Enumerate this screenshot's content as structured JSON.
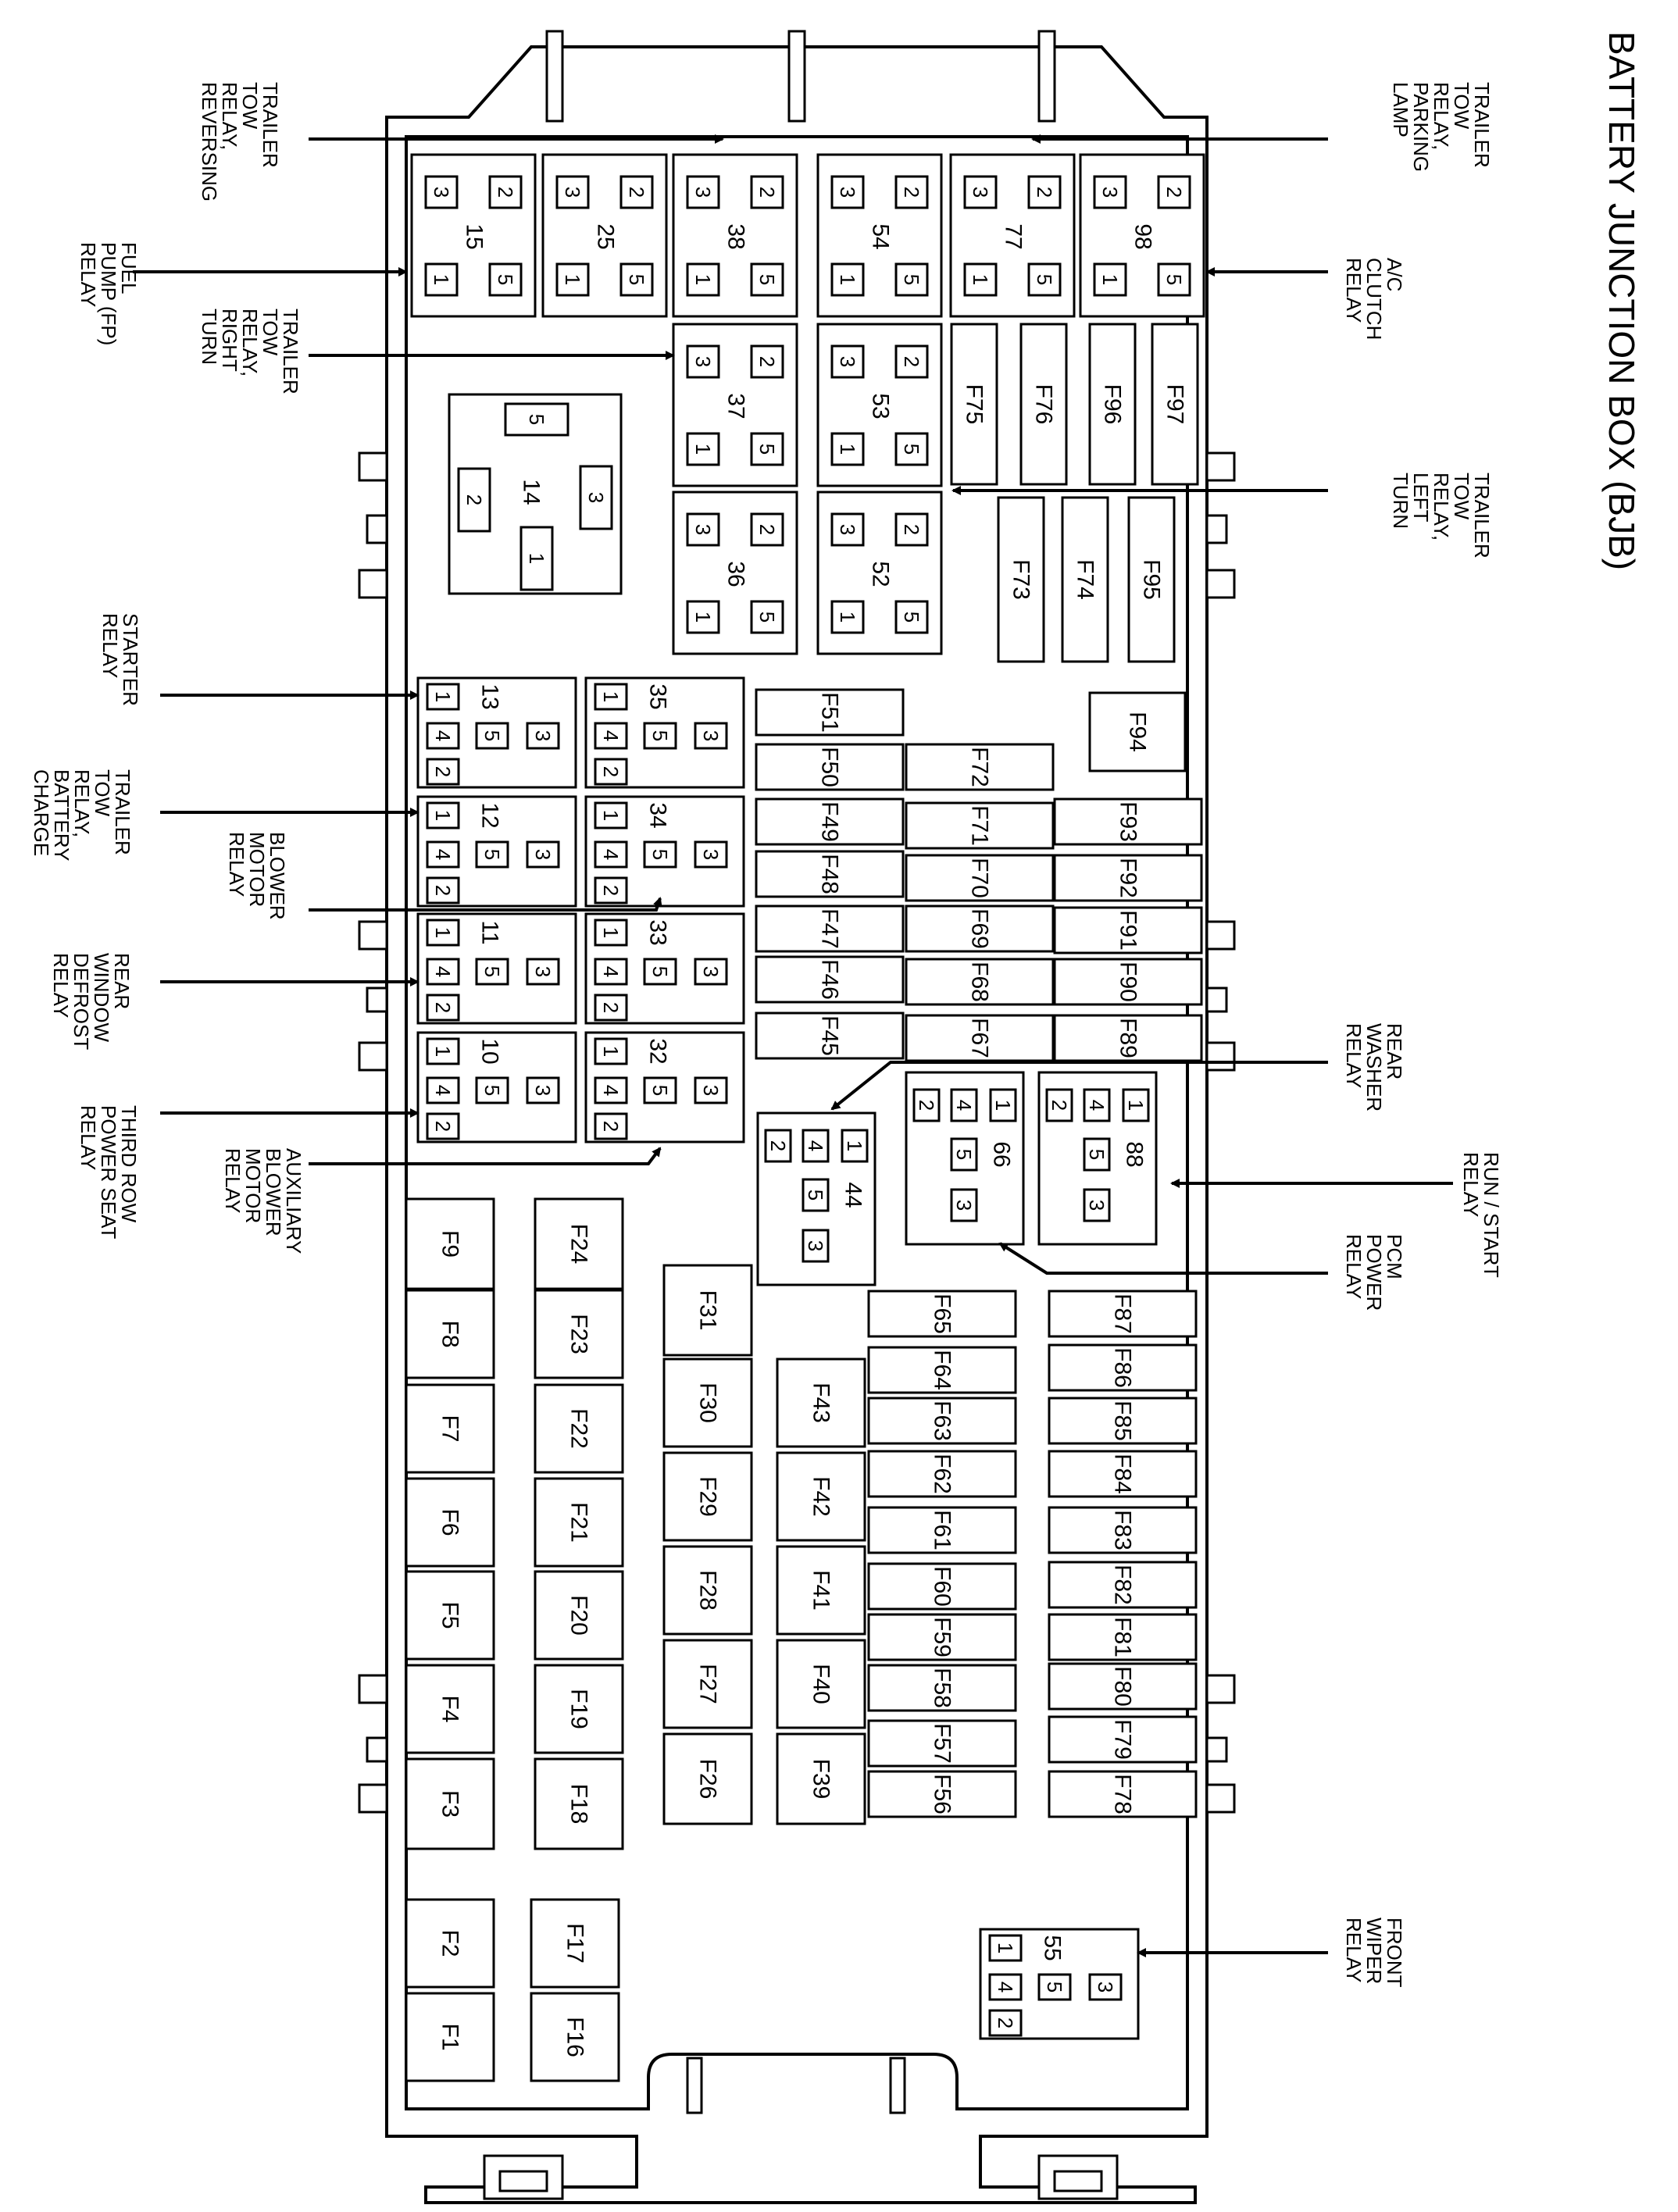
{
  "title": "BATTERY JUNCTION BOX (BJB)",
  "relays": [
    {
      "id": "15",
      "type": "big",
      "pins": [
        "3",
        "2",
        "1",
        "5"
      ]
    },
    {
      "id": "25",
      "type": "big",
      "pins": [
        "3",
        "2",
        "1",
        "5"
      ]
    },
    {
      "id": "38",
      "type": "big",
      "pins": [
        "3",
        "2",
        "1",
        "5"
      ]
    },
    {
      "id": "54",
      "type": "big",
      "pins": [
        "3",
        "2",
        "1",
        "5"
      ]
    },
    {
      "id": "77",
      "type": "big",
      "pins": [
        "3",
        "2",
        "1",
        "5"
      ]
    },
    {
      "id": "98",
      "type": "big",
      "pins": [
        "3",
        "2",
        "1",
        "5"
      ]
    },
    {
      "id": "37",
      "type": "big",
      "pins": [
        "3",
        "2",
        "1",
        "5"
      ]
    },
    {
      "id": "53",
      "type": "big",
      "pins": [
        "3",
        "2",
        "1",
        "5"
      ]
    },
    {
      "id": "36",
      "type": "big",
      "pins": [
        "3",
        "2",
        "1",
        "5"
      ]
    },
    {
      "id": "52",
      "type": "big",
      "pins": [
        "3",
        "2",
        "1",
        "5"
      ]
    },
    {
      "id": "14",
      "type": "iso",
      "pins": [
        "5",
        "2",
        "3",
        "1"
      ]
    },
    {
      "id": "13",
      "type": "mini",
      "pins": [
        "1",
        "4",
        "5",
        "3",
        "2"
      ]
    },
    {
      "id": "35",
      "type": "mini",
      "pins": [
        "1",
        "4",
        "5",
        "3",
        "2"
      ]
    },
    {
      "id": "12",
      "type": "mini",
      "pins": [
        "1",
        "4",
        "5",
        "3",
        "2"
      ]
    },
    {
      "id": "34",
      "type": "mini",
      "pins": [
        "1",
        "4",
        "5",
        "3",
        "2"
      ]
    },
    {
      "id": "11",
      "type": "mini",
      "pins": [
        "1",
        "4",
        "5",
        "3",
        "2"
      ]
    },
    {
      "id": "33",
      "type": "mini",
      "pins": [
        "1",
        "4",
        "5",
        "3",
        "2"
      ]
    },
    {
      "id": "10",
      "type": "mini",
      "pins": [
        "1",
        "4",
        "5",
        "3",
        "2"
      ]
    },
    {
      "id": "32",
      "type": "mini",
      "pins": [
        "1",
        "4",
        "5",
        "3",
        "2"
      ]
    },
    {
      "id": "44",
      "type": "vert",
      "pins": [
        "2",
        "4",
        "1",
        "5",
        "3"
      ]
    },
    {
      "id": "66",
      "type": "vert",
      "pins": [
        "2",
        "4",
        "1",
        "5",
        "3"
      ]
    },
    {
      "id": "88",
      "type": "vert",
      "pins": [
        "2",
        "4",
        "1",
        "5",
        "3"
      ]
    },
    {
      "id": "55",
      "type": "mini",
      "pins": [
        "1",
        "4",
        "5",
        "3",
        "2"
      ]
    }
  ],
  "fuses_vertical": [
    "F75",
    "F76",
    "F96",
    "F97",
    "F73",
    "F74",
    "F95",
    "F94",
    "F9",
    "F8",
    "F7",
    "F6",
    "F5",
    "F4",
    "F3",
    "F24",
    "F23",
    "F22",
    "F21",
    "F20",
    "F19",
    "F18",
    "F31",
    "F30",
    "F29",
    "F28",
    "F27",
    "F26",
    "F43",
    "F42",
    "F41",
    "F40",
    "F39",
    "F2",
    "F1",
    "F17",
    "F16"
  ],
  "fuses_horizontal": [
    "F51",
    "F50",
    "F72",
    "F49",
    "F71",
    "F93",
    "F48",
    "F70",
    "F92",
    "F47",
    "F69",
    "F91",
    "F46",
    "F68",
    "F90",
    "F45",
    "F67",
    "F89",
    "F65",
    "F87",
    "F64",
    "F86",
    "F63",
    "F85",
    "F62",
    "F84",
    "F61",
    "F83",
    "F60",
    "F82",
    "F59",
    "F81",
    "F58",
    "F80",
    "F57",
    "F79",
    "F56",
    "F78"
  ],
  "callouts": [
    {
      "id": "trailer-tow-relay-reversing",
      "lines": [
        "TRAILER",
        "TOW",
        "RELAY,",
        "REVERSING"
      ]
    },
    {
      "id": "trailer-tow-relay-parking-lamp",
      "lines": [
        "TRAILER",
        "TOW",
        "RELAY,",
        "PARKING",
        "LAMP"
      ]
    },
    {
      "id": "fuel-pump-relay",
      "lines": [
        "FUEL",
        "PUMP (FP)",
        "RELAY"
      ]
    },
    {
      "id": "ac-clutch-relay",
      "lines": [
        "A/C",
        "CLUTCH",
        "RELAY"
      ]
    },
    {
      "id": "trailer-tow-relay-right-turn",
      "lines": [
        "TRAILER",
        "TOW",
        "RELAY,",
        "RIGHT",
        "TURN"
      ]
    },
    {
      "id": "trailer-tow-relay-left-turn",
      "lines": [
        "TRAILER",
        "TOW",
        "RELAY,",
        "LEFT",
        "TURN"
      ]
    },
    {
      "id": "starter-relay",
      "lines": [
        "STARTER",
        "RELAY"
      ]
    },
    {
      "id": "trailer-tow-relay-battery-charge",
      "lines": [
        "TRAILER",
        "TOW",
        "RELAY,",
        "BATTERY",
        "CHARGE"
      ]
    },
    {
      "id": "blower-motor-relay",
      "lines": [
        "BLOWER",
        "MOTOR",
        "RELAY"
      ]
    },
    {
      "id": "rear-window-defrost-relay",
      "lines": [
        "REAR",
        "WINDOW",
        "DEFROST",
        "RELAY"
      ]
    },
    {
      "id": "third-row-power-seat-relay",
      "lines": [
        "THIRD ROW",
        "POWER SEAT",
        "RELAY"
      ]
    },
    {
      "id": "auxiliary-blower-motor-relay",
      "lines": [
        "AUXILIARY",
        "BLOWER",
        "MOTOR",
        "RELAY"
      ]
    },
    {
      "id": "rear-washer-relay",
      "lines": [
        "REAR",
        "WASHER",
        "RELAY"
      ]
    },
    {
      "id": "run-start-relay",
      "lines": [
        "RUN / START",
        "RELAY"
      ]
    },
    {
      "id": "pcm-power-relay",
      "lines": [
        "PCM",
        "POWER",
        "RELAY"
      ]
    },
    {
      "id": "front-wiper-relay",
      "lines": [
        "FRONT",
        "WIPER",
        "RELAY"
      ]
    }
  ]
}
